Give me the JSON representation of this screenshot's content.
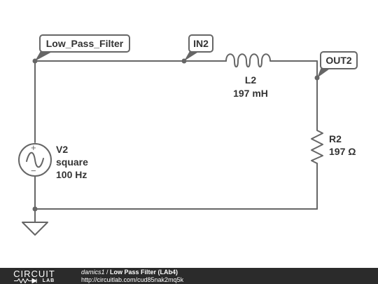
{
  "nodes": {
    "low_pass_filter": "Low_Pass_Filter",
    "in2": "IN2",
    "out2": "OUT2"
  },
  "components": {
    "inductor": {
      "name": "L2",
      "value": "197 mH"
    },
    "resistor": {
      "name": "R2",
      "value": "197 Ω"
    },
    "source": {
      "name": "V2",
      "type": "square",
      "freq": "100 Hz",
      "plus": "+",
      "minus": "−"
    }
  },
  "footer": {
    "logo_top": "CIRCUIT",
    "logo_bottom": "LAB",
    "author": "damics1",
    "separator": " / ",
    "title": "Low Pass Filter (LAb4)",
    "url": "http://circuitlab.com/cud85nak2mq5k"
  },
  "colors": {
    "wire": "#666666",
    "footer_bg": "#2b2b2b",
    "text": "#333333"
  }
}
